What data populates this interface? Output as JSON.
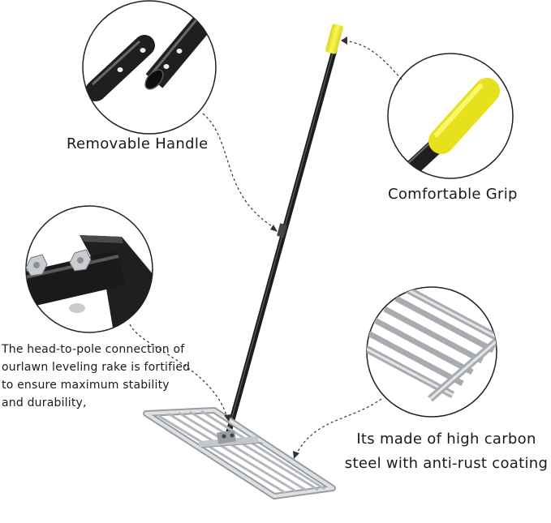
{
  "callouts": {
    "handle": "Removable Handle",
    "grip": "Comfortable Grip",
    "steel_line1": "Its made of high carbon",
    "steel_line2": "steel with anti-rust coating",
    "connection_line1": "The head-to-pole connection of",
    "connection_line2": "ourlawn leveling rake is fortified",
    "connection_line3": "to ensure maximum stability",
    "connection_line4": "and durability,"
  },
  "colors": {
    "grip": "#f2ec1e",
    "pole": "#2a2a2a",
    "steel": "#c9ccd0"
  }
}
